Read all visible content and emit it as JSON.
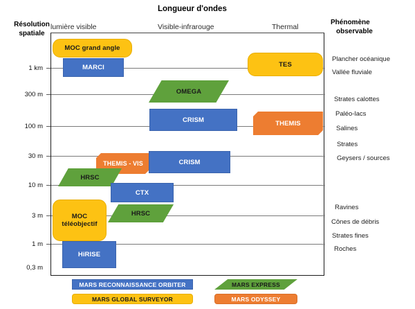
{
  "chart_data": {
    "type": "table",
    "title": "Longueur d'ondes",
    "ylabel_line1": "Résolution",
    "ylabel_line2": "spatiale",
    "right_header_line1": "Phénomène",
    "right_header_line2": "observable",
    "column_headers": [
      "lumière visible",
      "Visible-infrarouge",
      "Thermal"
    ],
    "yticks": [
      "1 km",
      "300 m",
      "100 m",
      "30 m",
      "10 m",
      "3 m",
      "1 m",
      "0,3 m"
    ],
    "phenomena": [
      "Plancher océanique",
      "Vallée fluviale",
      "Strates calottes",
      "Paléo-lacs",
      "Salines",
      "Strates",
      "Geysers / sources",
      "Ravines",
      "Cônes de débris",
      "Strates fines",
      "Roches"
    ],
    "instruments": [
      {
        "name": "MOC grand angle",
        "mission": "MARS GLOBAL SURVEYOR",
        "color": "#fdc213",
        "shape": "round"
      },
      {
        "name": "MARCI",
        "mission": "MARS RECONNAISSANCE ORBITER",
        "color": "#4472c4",
        "shape": "rect"
      },
      {
        "name": "TES",
        "mission": "MARS GLOBAL SURVEYOR",
        "color": "#fdc213",
        "shape": "round"
      },
      {
        "name": "OMEGA",
        "mission": "MARS EXPRESS",
        "color": "#5fa13c",
        "shape": "parallelogram"
      },
      {
        "name": "CRISM",
        "mission": "MARS RECONNAISSANCE ORBITER",
        "color": "#4472c4",
        "shape": "rect"
      },
      {
        "name": "THEMIS",
        "mission": "MARS ODYSSEY",
        "color": "#ed7d31",
        "shape": "octagon"
      },
      {
        "name": "THEMIS - VIS",
        "mission": "MARS ODYSSEY",
        "color": "#ed7d31",
        "shape": "octagon"
      },
      {
        "name": "CRISM",
        "mission": "MARS RECONNAISSANCE ORBITER",
        "color": "#4472c4",
        "shape": "rect"
      },
      {
        "name": "HRSC",
        "mission": "MARS EXPRESS",
        "color": "#5fa13c",
        "shape": "parallelogram"
      },
      {
        "name": "CTX",
        "mission": "MARS RECONNAISSANCE ORBITER",
        "color": "#4472c4",
        "shape": "rect"
      },
      {
        "name": "MOC téléobjectif",
        "mission": "MARS GLOBAL SURVEYOR",
        "color": "#fdc213",
        "shape": "round"
      },
      {
        "name": "HRSC",
        "mission": "MARS EXPRESS",
        "color": "#5fa13c",
        "shape": "parallelogram"
      },
      {
        "name": "HiRISE",
        "mission": "MARS RECONNAISSANCE ORBITER",
        "color": "#4472c4",
        "shape": "rect"
      }
    ],
    "legend": [
      {
        "label": "MARS RECONNAISSANCE ORBITER",
        "color": "#4472c4",
        "shape": "rect"
      },
      {
        "label": "MARS GLOBAL SURVEYOR",
        "color": "#fdc213",
        "shape": "round"
      },
      {
        "label": "MARS EXPRESS",
        "color": "#5fa13c",
        "shape": "parallelogram"
      },
      {
        "label": "MARS ODYSSEY",
        "color": "#ed7d31",
        "shape": "round"
      }
    ],
    "grid": true,
    "legend_position": "bottom"
  },
  "instrument_labels": {
    "moc_grand_angle": "MOC grand angle",
    "marci": "MARCI",
    "tes": "TES",
    "omega": "OMEGA",
    "crism_upper": "CRISM",
    "themis": "THEMIS",
    "themis_vis": "THEMIS - VIS",
    "crism_lower": "CRISM",
    "hrsc_upper": "HRSC",
    "ctx": "CTX",
    "moc_teleobjectif_l1": "MOC",
    "moc_teleobjectif_l2": "téléobjectif",
    "hrsc_lower": "HRSC",
    "hirise": "HiRISE"
  }
}
